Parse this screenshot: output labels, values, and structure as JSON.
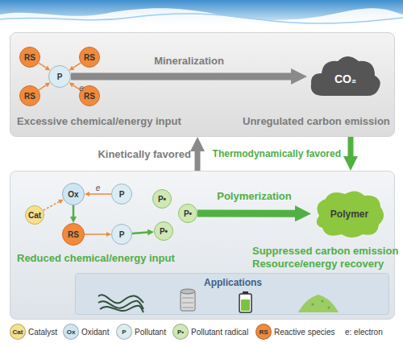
{
  "diagram": {
    "nodes": [
      {
        "text": [
          "Excessive chemical/energy input",
          "Unregulated carbon emission"
        ]
      },
      {
        "text": [
          "RS"
        ],
        "in": 0
      },
      {
        "text": [
          "RS"
        ],
        "in": 0
      },
      {
        "text": [
          "P"
        ],
        "in": 0
      },
      {
        "text": [
          "RS"
        ],
        "in": 0
      },
      {
        "text": [
          "RS"
        ],
        "in": 0
      },
      {
        "text": [
          "CO₂"
        ],
        "in": 0
      },
      {
        "text": [
          "Reduced chemical/energy input",
          "Suppressed carbon emission",
          "Resource/energy recovery"
        ]
      },
      {
        "text": [
          "Cat"
        ],
        "in": 7
      },
      {
        "text": [
          "Ox"
        ],
        "in": 7
      },
      {
        "text": [
          "P"
        ],
        "in": 7
      },
      {
        "text": [
          "RS"
        ],
        "in": 7
      },
      {
        "text": [
          "P"
        ],
        "in": 7
      },
      {
        "text": [
          "P•"
        ],
        "in": 7
      },
      {
        "text": [
          "P•"
        ],
        "in": 7
      },
      {
        "text": [
          "P•"
        ],
        "in": 7
      },
      {
        "text": [
          "Polymer"
        ],
        "in": 7
      },
      {
        "text": [
          "Applications"
        ],
        "in": 7
      }
    ],
    "edges": [
      {
        "from": 1,
        "to": 3,
        "arrow": "to"
      },
      {
        "from": 2,
        "to": 3,
        "arrow": "to"
      },
      {
        "from": 4,
        "to": 3,
        "arrow": "to"
      },
      {
        "from": 5,
        "to": 3,
        "label": "e",
        "arrow": "to"
      },
      {
        "from": 3,
        "to": 6,
        "label": "Mineralization",
        "arrow": "to"
      },
      {
        "from": 7,
        "to": 0,
        "label": "Kinetically favored",
        "arrow": "to"
      },
      {
        "from": 0,
        "to": 7,
        "label": "Thermodynamically favored",
        "arrow": "to"
      },
      {
        "from": 8,
        "to": 9,
        "arrow": "to"
      },
      {
        "from": 10,
        "to": 9,
        "label": "e",
        "arrow": "to"
      },
      {
        "from": 9,
        "to": 11,
        "arrow": "to"
      },
      {
        "from": 11,
        "to": 12,
        "arrow": "to"
      },
      {
        "from": 12,
        "to": 15,
        "arrow": "to"
      },
      {
        "from": 14,
        "to": 16,
        "label": "Polymerization",
        "arrow": "to"
      }
    ],
    "labels": [
      "Cat",
      "Ox",
      "P",
      "P•",
      "RS",
      "e: electron"
    ],
    "legend": [
      {
        "text": "Catalyst",
        "color": "#f5e08c"
      },
      {
        "text": "Oxidant",
        "color": "#cfe6f2"
      },
      {
        "text": "Pollutant",
        "color": "#dcecf3"
      },
      {
        "text": "Pollutant radical",
        "color": "#cfe8b5"
      },
      {
        "text": "Reactive species",
        "color": "#f08a3c"
      }
    ]
  }
}
